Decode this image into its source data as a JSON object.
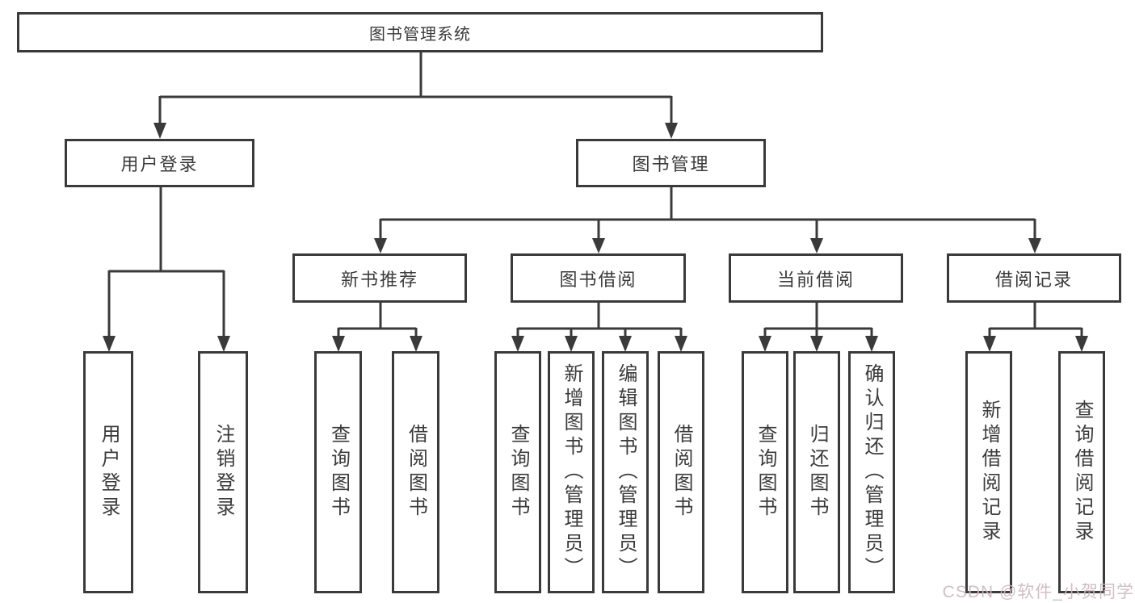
{
  "colors": {
    "line": "#3a3a3a",
    "text": "#3b3b3b",
    "box_background": "#ffffff",
    "watermark": "#cdb8c0"
  },
  "diagram": {
    "root": {
      "label": "图书管理系统"
    },
    "branches": [
      {
        "label": "用户登录",
        "children": [
          {
            "label": "用户登录"
          },
          {
            "label": "注销登录"
          }
        ]
      },
      {
        "label": "图书管理",
        "children": [
          {
            "label": "新书推荐",
            "children": [
              {
                "label": "查询图书"
              },
              {
                "label": "借阅图书"
              }
            ]
          },
          {
            "label": "图书借阅",
            "children": [
              {
                "label": "查询图书"
              },
              {
                "label": "新增图书（管理员）"
              },
              {
                "label": "编辑图书（管理员）"
              },
              {
                "label": "借阅图书"
              }
            ]
          },
          {
            "label": "当前借阅",
            "children": [
              {
                "label": "查询图书"
              },
              {
                "label": "归还图书"
              },
              {
                "label": "确认归还（管理员）"
              }
            ]
          },
          {
            "label": "借阅记录",
            "children": [
              {
                "label": "新增借阅记录"
              },
              {
                "label": "查询借阅记录"
              }
            ]
          }
        ]
      }
    ]
  },
  "watermark": {
    "text": "CSDN @软件_小贺同学"
  }
}
